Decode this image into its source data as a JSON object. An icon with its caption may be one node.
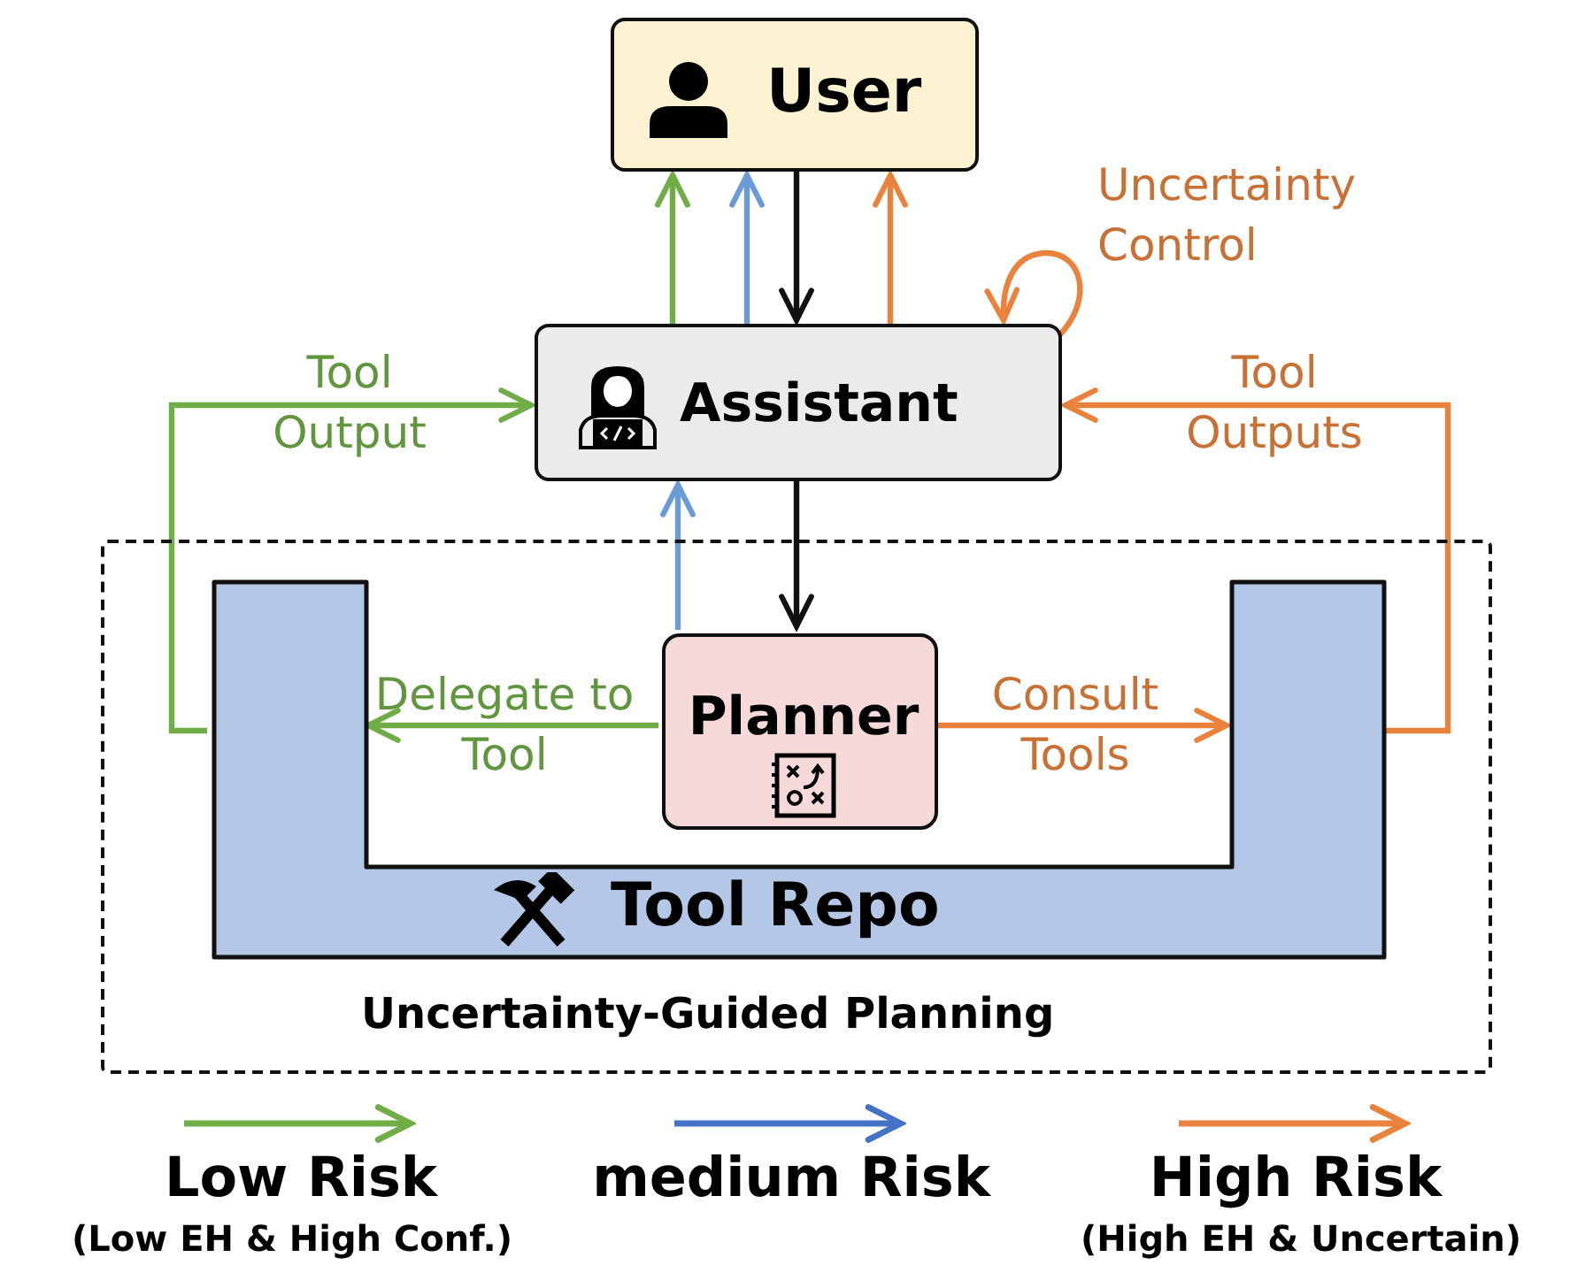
{
  "diagram": {
    "nodes": [
      {
        "text": [
          "User"
        ]
      },
      {
        "text": [
          "Assistant"
        ]
      },
      {
        "text": [
          "Uncertainty-Guided Planning"
        ]
      },
      {
        "text": [
          "Tool Repo"
        ],
        "in": 2
      },
      {
        "text": [
          "Planner"
        ],
        "in": 2
      }
    ],
    "edges": [
      {
        "from": 1,
        "to": 0,
        "arrow": "to",
        "color": "#70ad47"
      },
      {
        "from": 1,
        "to": 0,
        "arrow": "to",
        "color": "#6a9bd8"
      },
      {
        "from": 0,
        "to": 1,
        "arrow": "to",
        "color": "#111111"
      },
      {
        "from": 1,
        "to": 0,
        "arrow": "to",
        "color": "#e8823d"
      },
      {
        "from": 1,
        "to": 1,
        "arrow": "to",
        "label": "Uncertainty Control",
        "color": "#e8823d"
      },
      {
        "from": 3,
        "to": 1,
        "arrow": "to",
        "label": "Tool Output",
        "color": "#70ad47"
      },
      {
        "from": 3,
        "to": 1,
        "arrow": "to",
        "label": "Tool Outputs",
        "color": "#e8823d"
      },
      {
        "from": 4,
        "to": 1,
        "arrow": "to",
        "color": "#6a9bd8"
      },
      {
        "from": 1,
        "to": 4,
        "arrow": "to",
        "color": "#111111"
      },
      {
        "from": 4,
        "to": 3,
        "arrow": "to",
        "label": "Delegate to Tool",
        "color": "#70ad47"
      },
      {
        "from": 4,
        "to": 3,
        "arrow": "to",
        "label": "Consult Tools",
        "color": "#e8823d"
      }
    ],
    "labels": [
      "(Low EH & High Conf.)",
      "(High EH & Uncertain)"
    ],
    "legend": [
      {
        "text": "Low Risk"
      },
      {
        "text": "medium Risk"
      },
      {
        "text": "High Risk"
      }
    ]
  }
}
